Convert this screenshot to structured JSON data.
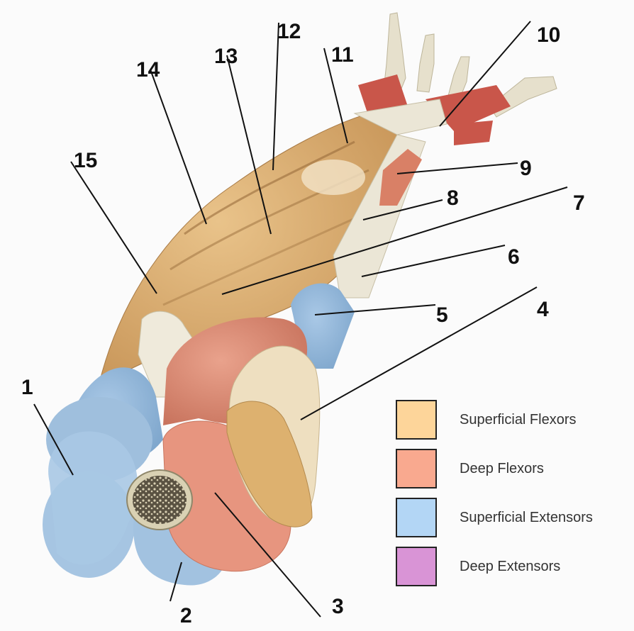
{
  "labels": [
    "1",
    "2",
    "3",
    "4",
    "5",
    "6",
    "7",
    "8",
    "9",
    "10",
    "11",
    "12",
    "13",
    "14",
    "15"
  ],
  "legend": [
    {
      "label": "Superficial Flexors",
      "color": "#fdd59a"
    },
    {
      "label": "Deep Flexors",
      "color": "#f9a98f"
    },
    {
      "label": "Superficial Extensors",
      "color": "#b3d6f5"
    },
    {
      "label": "Deep Extensors",
      "color": "#d994d6"
    }
  ],
  "colors": {
    "superficial_flexor": "#d9aa6a",
    "deep_flexor": "#de8a72",
    "superficial_extensor": "#8fb5d8",
    "bone": "#e8e2c8",
    "tendon": "#ece8d8"
  }
}
